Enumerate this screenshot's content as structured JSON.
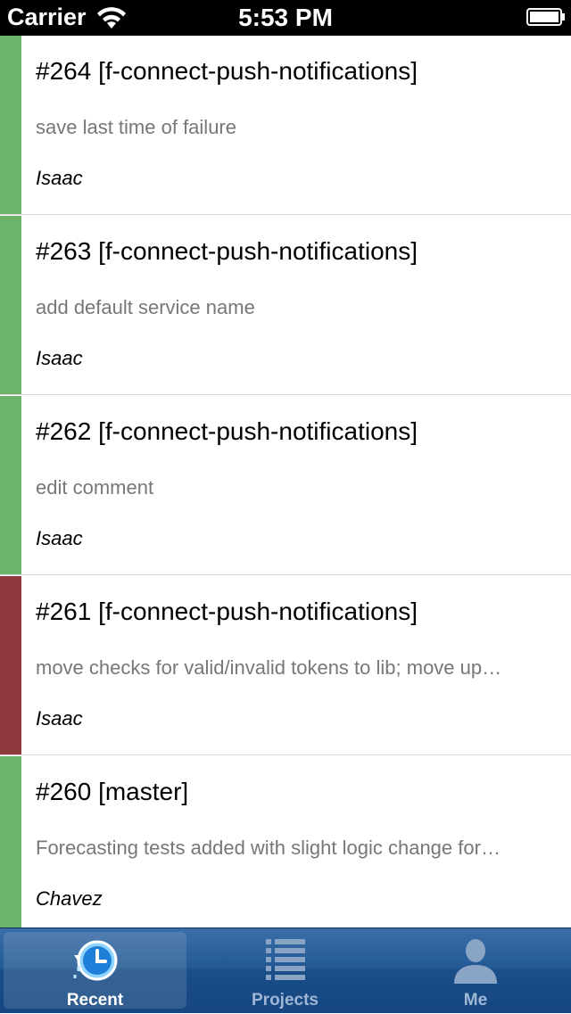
{
  "status_bar": {
    "carrier": "Carrier",
    "time": "5:53 PM",
    "icons": [
      "wifi-icon",
      "battery-icon"
    ]
  },
  "colors": {
    "success": "#6cb46c",
    "failure": "#8e3a3f",
    "tab_bar": "#235a96"
  },
  "builds": [
    {
      "title": "#264 [f-connect-push-notifications]",
      "message": "save last time of failure",
      "author": "Isaac",
      "status": "success"
    },
    {
      "title": "#263 [f-connect-push-notifications]",
      "message": "add default service name",
      "author": "Isaac",
      "status": "success"
    },
    {
      "title": "#262 [f-connect-push-notifications]",
      "message": "edit comment",
      "author": "Isaac",
      "status": "success"
    },
    {
      "title": "#261 [f-connect-push-notifications]",
      "message": "move checks for valid/invalid tokens to lib; move up…",
      "author": "Isaac",
      "status": "failure"
    },
    {
      "title": "#260 [master]",
      "message": "Forecasting tests added with slight logic change for…",
      "author": "Chavez",
      "status": "success"
    }
  ],
  "tabs": [
    {
      "label": "Recent",
      "icon": "clock-history-icon",
      "active": true
    },
    {
      "label": "Projects",
      "icon": "list-icon",
      "active": false
    },
    {
      "label": "Me",
      "icon": "person-icon",
      "active": false
    }
  ]
}
